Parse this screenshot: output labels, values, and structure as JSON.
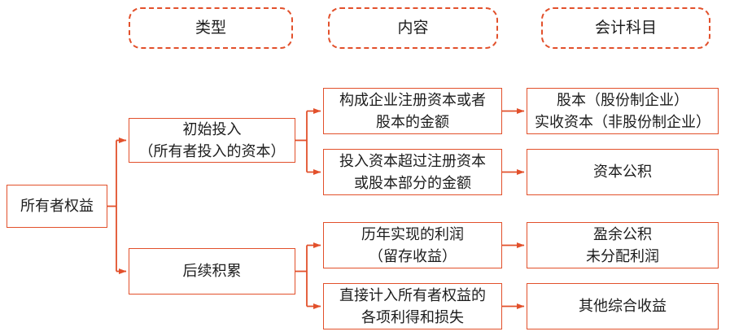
{
  "diagram": {
    "title": "owners-equity-structure",
    "colors": {
      "line": "#e2502b",
      "text": "#1c1c1c",
      "background": "#ffffff"
    },
    "headers": [
      {
        "label": "类型"
      },
      {
        "label": "内容"
      },
      {
        "label": "会计科目"
      }
    ],
    "root": {
      "label": "所有者权益"
    },
    "types": [
      {
        "label": "初始投入\n（所有者投入的资本）"
      },
      {
        "label": "后续积累"
      }
    ],
    "contents": [
      {
        "label": "构成企业注册资本或者\n股本的金额"
      },
      {
        "label": "投入资本超过注册资本\n或股本部分的金额"
      },
      {
        "label": "历年实现的利润\n（留存收益）"
      },
      {
        "label": "直接计入所有者权益的\n各项利得和损失"
      }
    ],
    "accounts": [
      {
        "label": "股本（股份制企业）\n实收资本（非股份制企业）"
      },
      {
        "label": "资本公积"
      },
      {
        "label": "盈余公积\n未分配利润"
      },
      {
        "label": "其他综合收益"
      }
    ]
  }
}
